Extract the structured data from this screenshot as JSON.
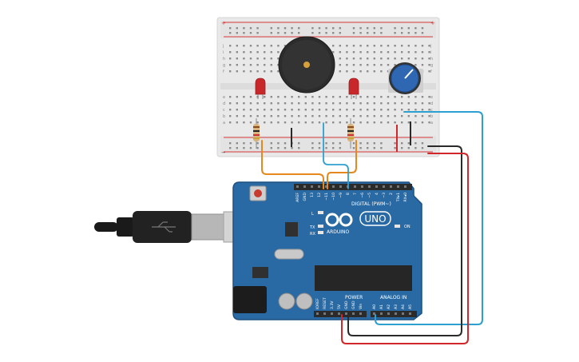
{
  "colors": {
    "background": "#ffffff",
    "breadboard": "#e9e9e9",
    "board_blue": "#2a6aa4",
    "board_edge": "#1d4f80",
    "power_rail_red": "#d93a3a",
    "wire_orange": "#e5891e",
    "wire_blue": "#2ea0d0",
    "wire_red": "#d0282a",
    "wire_black": "#2a2a2a",
    "led_red": "#c8282a",
    "buzzer": "#2a2a2a",
    "pot_knob": "#2f67b3"
  },
  "components": {
    "buzzer": "piezo-buzzer",
    "leds": [
      "red-led",
      "red-led"
    ],
    "resistors": [
      "resistor",
      "resistor"
    ],
    "potentiometer": "potentiometer",
    "usb": "usb-b-cable"
  },
  "board": {
    "brand": "ARDUINO",
    "model": "UNO",
    "digital_header": "DIGITAL (PWM~)",
    "on_label": "ON",
    "tx_label": "TX",
    "rx_label": "RX",
    "l_label": "L",
    "power_label": "POWER",
    "analog_label": "ANALOG IN",
    "digital_pins": [
      "AREF",
      "GND",
      "13",
      "12",
      "~11",
      "~10",
      "~9",
      "8",
      "7",
      "~6",
      "~5",
      "4",
      "~3",
      "2",
      "TX▸1",
      "RX◂0"
    ],
    "power_pins": [
      "IOREF",
      "RESET",
      "3.3V",
      "5V",
      "GND",
      "GND",
      "Vin"
    ],
    "analog_pins": [
      "A0",
      "A1",
      "A2",
      "A3",
      "A4",
      "A5"
    ]
  },
  "breadboard": {
    "row_letters_top": [
      "j",
      "i",
      "h",
      "g",
      "f"
    ],
    "row_letters_bottom": [
      "e",
      "d",
      "c",
      "b",
      "a"
    ],
    "plus_sign": "+",
    "minus_sign": "−"
  }
}
